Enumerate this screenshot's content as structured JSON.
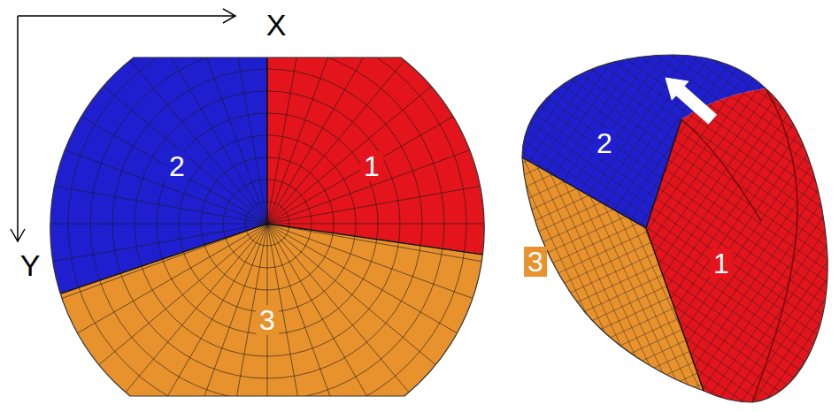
{
  "diagram": {
    "labels": [
      "X",
      "Y",
      "2",
      "1",
      "3",
      "2",
      "3",
      "1"
    ]
  }
}
